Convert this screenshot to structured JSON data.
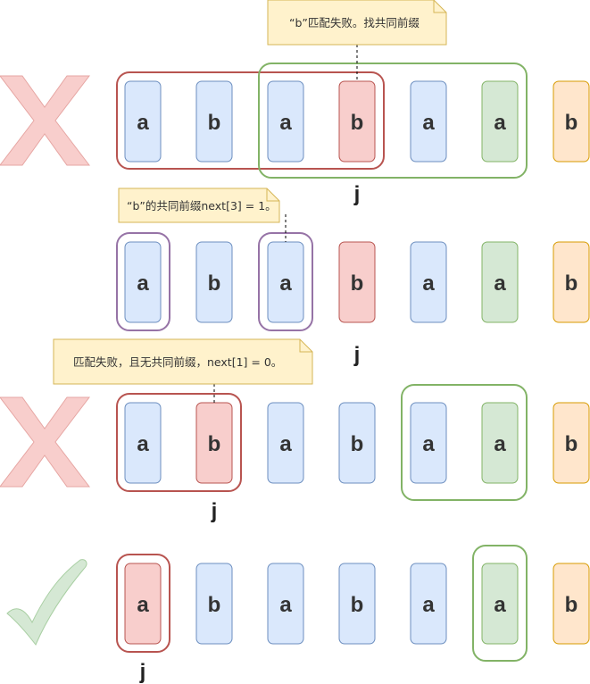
{
  "rows": [
    {
      "chars": [
        "a",
        "b",
        "a",
        "b",
        "a",
        "a",
        "b"
      ],
      "cell_colors": [
        "blue",
        "blue",
        "blue",
        "red",
        "blue",
        "green",
        "orange"
      ],
      "mark": "x",
      "j_label": "j",
      "note": "“b”匹配失败。找共同前缀"
    },
    {
      "chars": [
        "a",
        "b",
        "a",
        "b",
        "a",
        "a",
        "b"
      ],
      "cell_colors": [
        "blue",
        "blue",
        "blue",
        "red",
        "blue",
        "green",
        "orange"
      ],
      "mark": "",
      "j_label": "j",
      "note": "“b”的共同前缀next[3] = 1。"
    },
    {
      "chars": [
        "a",
        "b",
        "a",
        "b",
        "a",
        "a",
        "b"
      ],
      "cell_colors": [
        "blue",
        "red",
        "blue",
        "blue",
        "blue",
        "green",
        "orange"
      ],
      "mark": "x",
      "j_label": "j",
      "note": "匹配失败，且无共同前缀，next[1] = 0。"
    },
    {
      "chars": [
        "a",
        "b",
        "a",
        "b",
        "a",
        "a",
        "b"
      ],
      "cell_colors": [
        "red",
        "blue",
        "blue",
        "blue",
        "blue",
        "green",
        "orange"
      ],
      "mark": "check",
      "j_label": "j",
      "note": ""
    }
  ],
  "colors": {
    "blue": {
      "fill": "#dae8fc",
      "stroke": "#6c8ebf"
    },
    "red": {
      "fill": "#f8cecc",
      "stroke": "#b85450"
    },
    "green": {
      "fill": "#d5e8d4",
      "stroke": "#82b366"
    },
    "orange": {
      "fill": "#ffe6cc",
      "stroke": "#d79b00"
    },
    "purple": "#9673a6",
    "note_fill": "#fff2cc",
    "note_stroke": "#d6b656",
    "x_fill": "#f8cecc",
    "x_stroke": "#e6a6a3",
    "check_fill": "#d5e8d4",
    "check_stroke": "#a9cfa3"
  }
}
